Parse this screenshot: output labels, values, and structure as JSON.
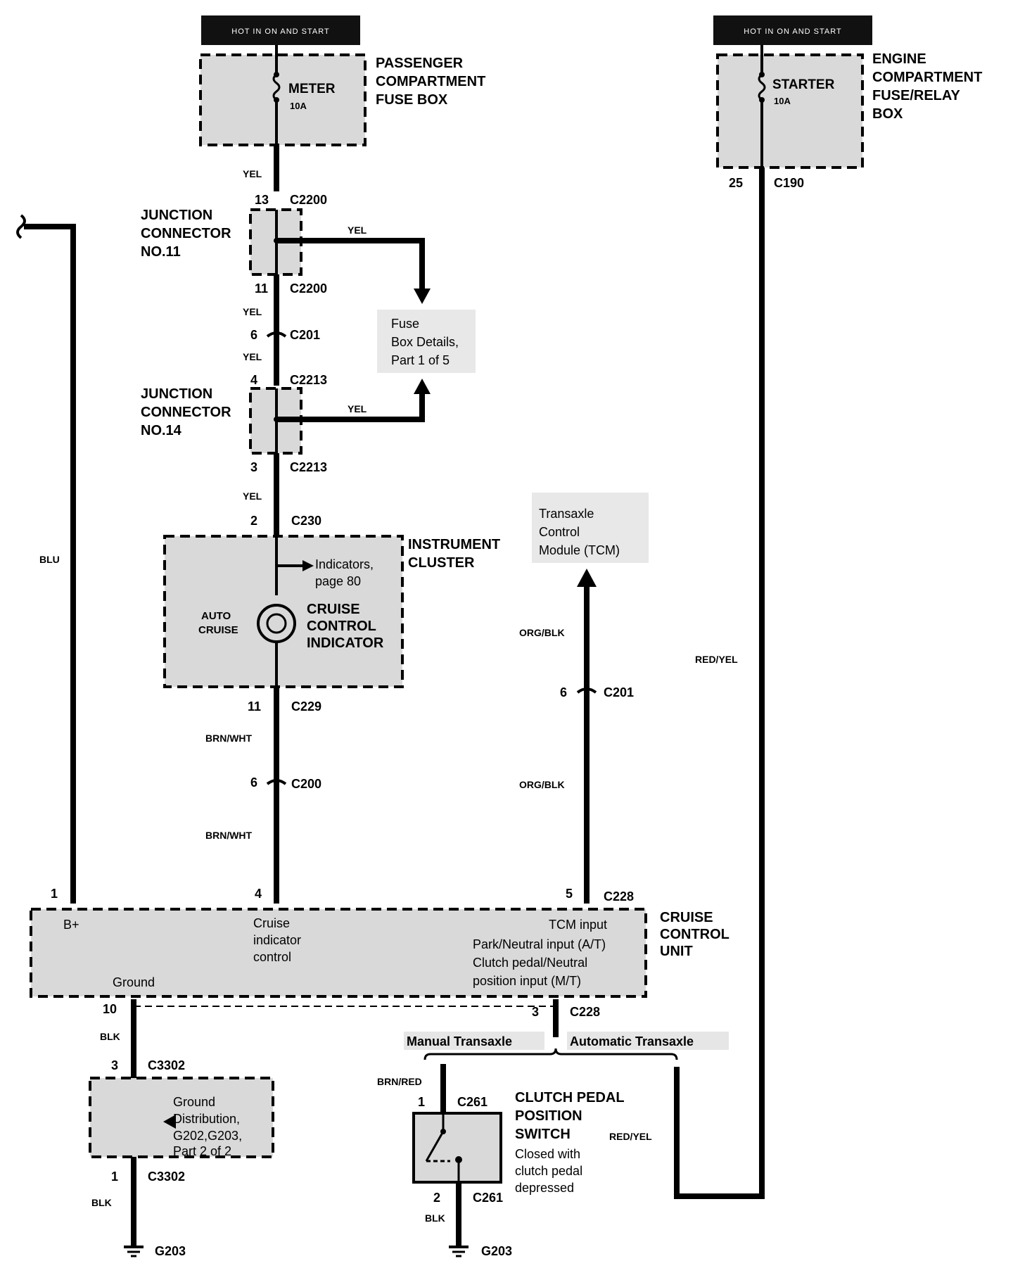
{
  "power": {
    "left": "HOT IN ON AND START",
    "right": "HOT IN ON AND START"
  },
  "fuse_left": {
    "name": "METER",
    "rating": "10A"
  },
  "fuse_right": {
    "name": "STARTER",
    "rating": "10A"
  },
  "passenger_box": [
    "PASSENGER",
    "COMPARTMENT",
    "FUSE BOX"
  ],
  "engine_box": [
    "ENGINE",
    "COMPARTMENT",
    "FUSE/RELAY",
    "BOX"
  ],
  "junction11": [
    "JUNCTION",
    "CONNECTOR",
    "NO.11"
  ],
  "junction14": [
    "JUNCTION",
    "CONNECTOR",
    "NO.14"
  ],
  "fuse_details": [
    "Fuse",
    "Box Details,",
    "Part 1 of 5"
  ],
  "tcm": [
    "Transaxle",
    "Control",
    "Module (TCM)"
  ],
  "cluster": {
    "title": [
      "INSTRUMENT",
      "CLUSTER"
    ],
    "indicators": [
      "Indicators,",
      "page 80"
    ],
    "auto": [
      "AUTO",
      "CRUISE"
    ],
    "cruise_ind": [
      "CRUISE",
      "CONTROL",
      "INDICATOR"
    ]
  },
  "ccu": {
    "title": [
      "CRUISE",
      "CONTROL",
      "UNIT"
    ],
    "b_plus": "B+",
    "cruise_ind": [
      "Cruise",
      "indicator",
      "control"
    ],
    "ground": "Ground",
    "tcm_input": "TCM input",
    "pn_input": "Park/Neutral input (A/T)",
    "clutch_input": [
      "Clutch pedal/Neutral",
      "position input (M/T)"
    ]
  },
  "ground_dist": [
    "Ground",
    "Distribution,",
    "G202,G203,",
    "Part 2 of 2"
  ],
  "transaxle": {
    "manual": "Manual Transaxle",
    "automatic": "Automatic Transaxle"
  },
  "clutch_switch": {
    "title": [
      "CLUTCH PEDAL",
      "POSITION",
      "SWITCH"
    ],
    "note": [
      "Closed with",
      "clutch pedal",
      "depressed"
    ]
  },
  "wires": {
    "yel": "YEL",
    "blu": "BLU",
    "red_yel": "RED/YEL",
    "org_blk": "ORG/BLK",
    "brn_wht": "BRN/WHT",
    "blk": "BLK",
    "brn_red": "BRN/RED"
  },
  "connectors": {
    "c2200": "C2200",
    "c201": "C201",
    "c2213": "C2213",
    "c230": "C230",
    "c229": "C229",
    "c200": "C200",
    "c228": "C228",
    "c190": "C190",
    "c3302": "C3302",
    "c261": "C261"
  },
  "pins": {
    "p13": "13",
    "p11a": "11",
    "p6a": "6",
    "p4a": "4",
    "p3a": "3",
    "p2a": "2",
    "p11b": "11",
    "p6b": "6",
    "p6c": "6",
    "p1": "1",
    "p4b": "4",
    "p5": "5",
    "p25": "25",
    "p10": "10",
    "p3b": "3",
    "p3c": "3",
    "p1b": "1",
    "p1c": "1",
    "p2b": "2"
  },
  "grounds": {
    "left": "G203",
    "right": "G203"
  }
}
